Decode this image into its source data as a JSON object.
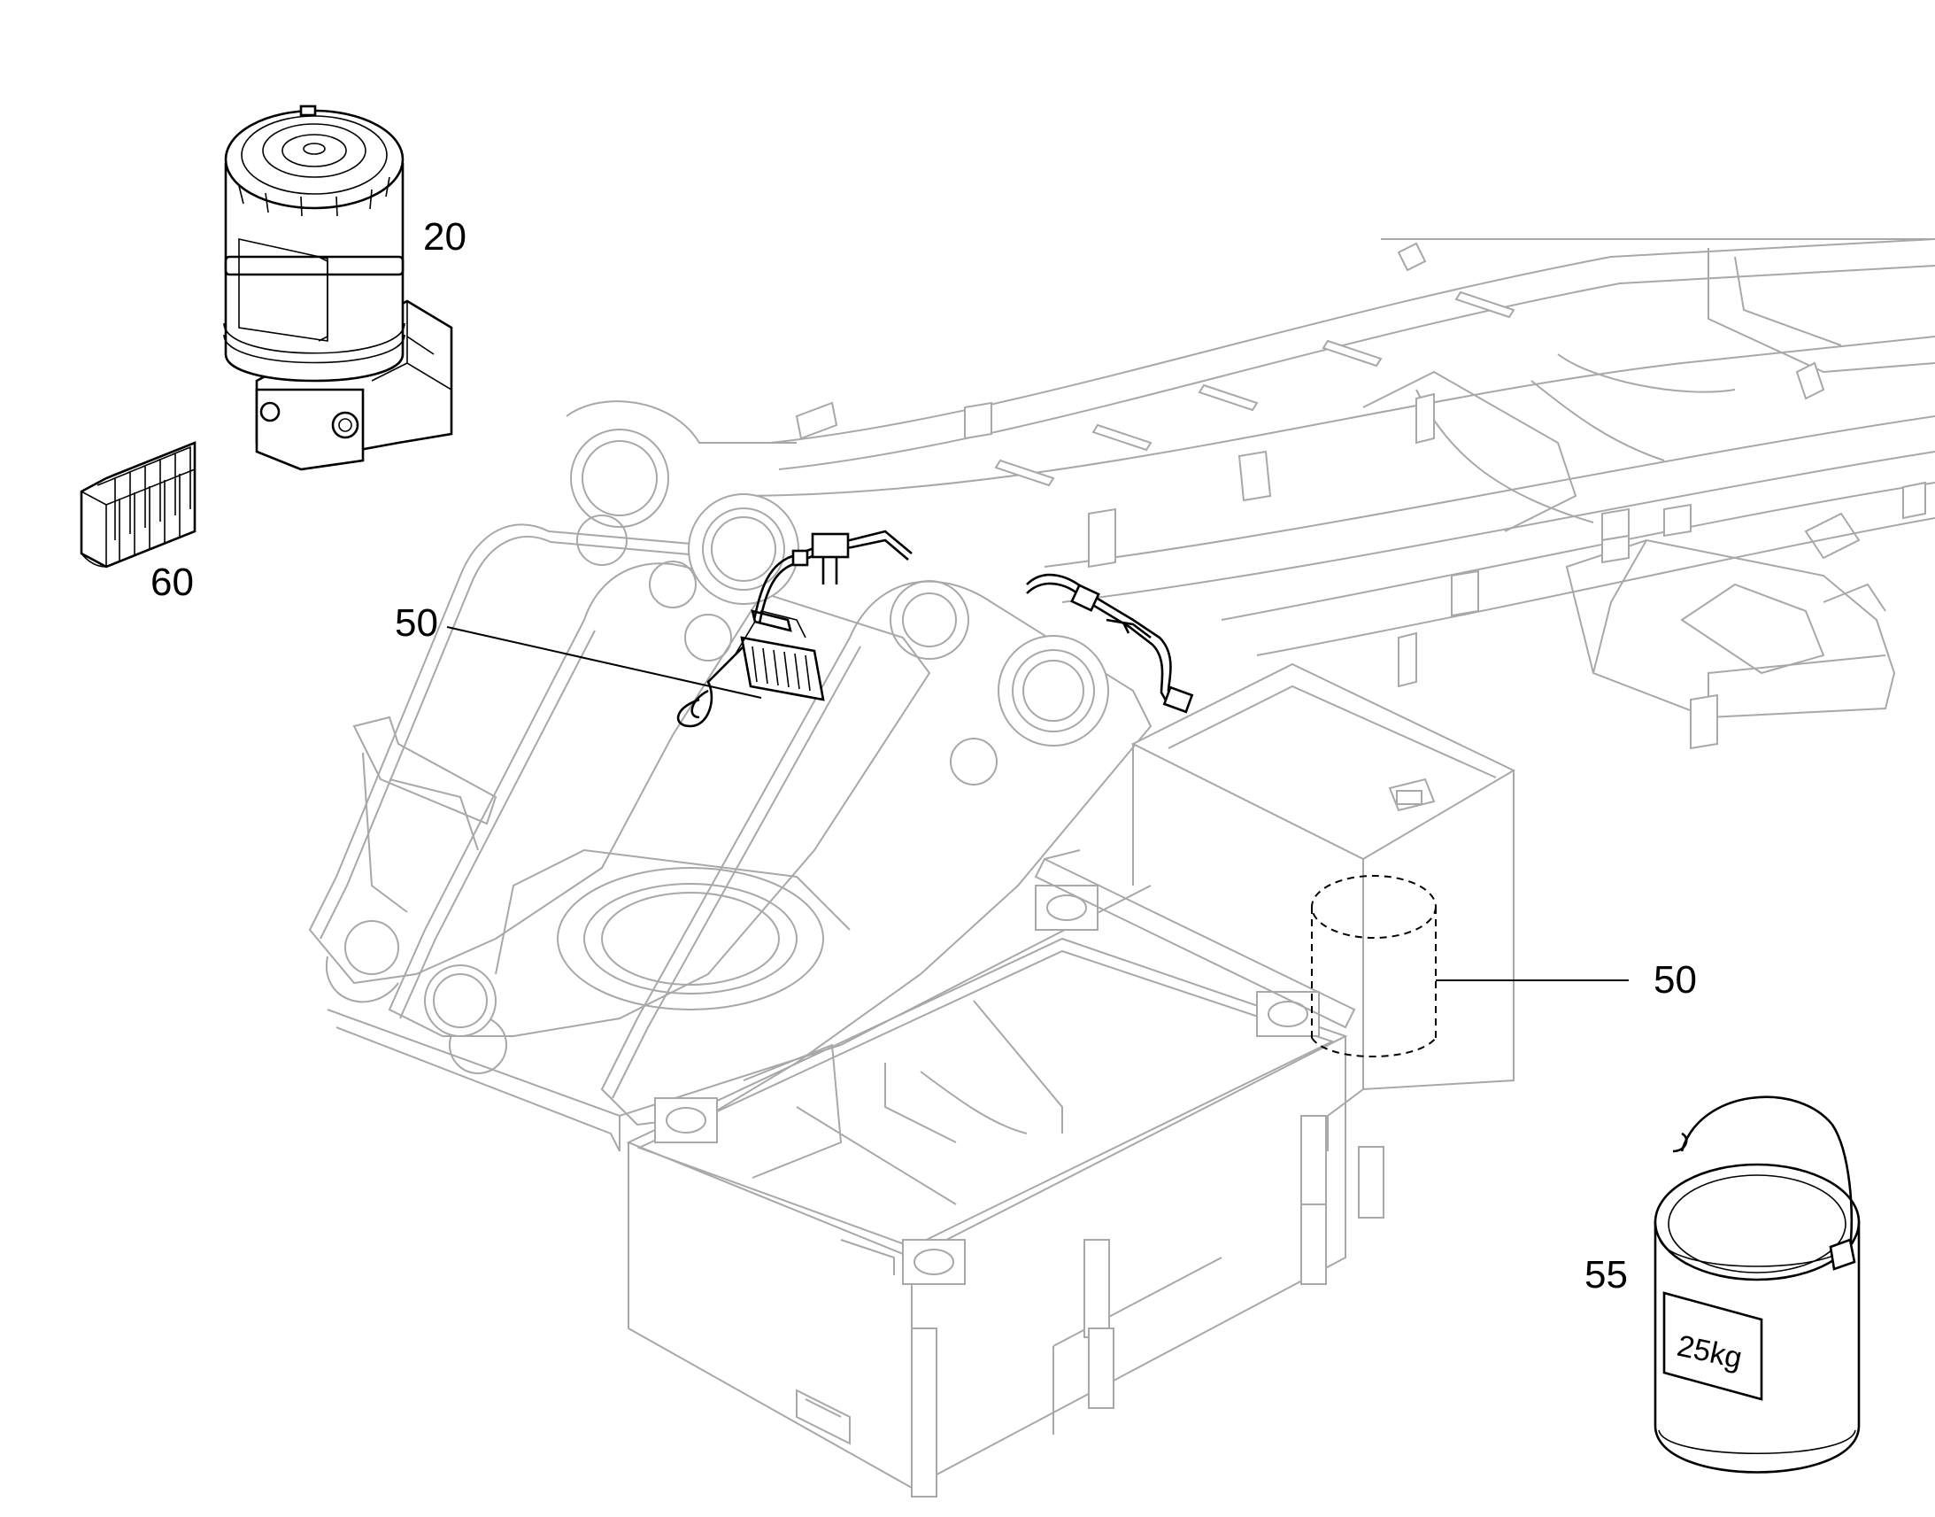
{
  "colors": {
    "background": "#ffffff",
    "line": "#000000",
    "chassis_line": "#a8a8a8"
  },
  "callouts": {
    "pump": "20",
    "grease_hoses": "50",
    "grease_reservoir": "50",
    "grease_can": "55",
    "filter_set": "60"
  },
  "can_label": "25kg"
}
